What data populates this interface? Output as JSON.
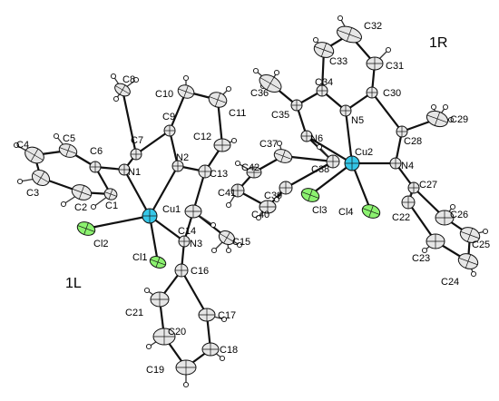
{
  "figure": {
    "molecule_labels": {
      "left": "1L",
      "right": "1R"
    },
    "colors": {
      "background": "#ffffff",
      "bond": "#111111",
      "carbon_fill": "#e6e6e6",
      "nitrogen_fill": "#e6e6e6",
      "copper_fill": "#35c7e8",
      "chlorine_fill": "#8cf270",
      "hydrogen_fill": "#ffffff"
    },
    "atom_labels": {
      "C1": "C1",
      "C2": "C2",
      "C3": "C3",
      "C4": "C4",
      "C5": "C5",
      "C6": "C6",
      "C7": "C7",
      "C8": "C8",
      "C9": "C9",
      "C10": "C10",
      "C11": "C11",
      "C12": "C12",
      "C13": "C13",
      "C14": "C14",
      "C15": "C15",
      "C16": "C16",
      "C17": "C17",
      "C18": "C18",
      "C19": "C19",
      "C20": "C20",
      "C21": "C21",
      "N1": "N1",
      "N2": "N2",
      "N3": "N3",
      "Cu1": "Cu1",
      "Cl1": "Cl1",
      "Cl2": "Cl2",
      "Cu2": "Cu2",
      "Cl3": "Cl3",
      "Cl4": "Cl4",
      "N4": "N4",
      "N5": "N5",
      "N6": "N6",
      "C22": "C22",
      "C23": "C23",
      "C24": "C24",
      "C25": "C25",
      "C26": "C26",
      "C27": "C27",
      "C28": "C28",
      "C29": "C29",
      "C30": "C30",
      "C31": "C31",
      "C32": "C32",
      "C33": "C33",
      "C34": "C34",
      "C35": "C35",
      "C36": "C36",
      "C37": "C37",
      "C38": "C38",
      "C39": "C39",
      "C40": "C40",
      "C41": "C41",
      "C42": "C42"
    }
  }
}
